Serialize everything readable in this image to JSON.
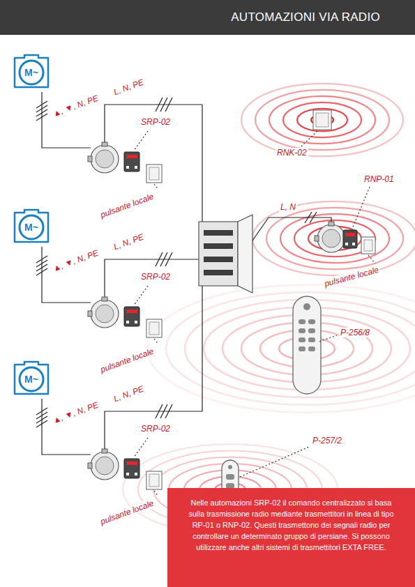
{
  "diagram": {
    "title": "AUTOMAZIONI VIA RADIO",
    "nodes": [
      {
        "text": [
          "M~"
        ]
      },
      {
        "text": [
          "M~"
        ]
      },
      {
        "text": [
          "M~"
        ]
      },
      {
        "text": [
          "Nelle automazioni SRP-02 il comando centralizzato si basa sulla trasmissione radio mediante trasmettitori in linea di tipo RP-01 o RNP-02. Questi trasmettono dei segnali radio per controllare un determinato gruppo di persiane. Si possono utilizzare anche altri sistemi di trasmettitori EXTA FREE."
        ]
      }
    ],
    "labels": [
      "▲, ▼, N, PE",
      "L, N, PE",
      "SRP-02",
      "pulsante locale",
      "RNK-02",
      "RNP-01",
      "L, N",
      "pulsante locale",
      "▲, ▼, N, PE",
      "L, N, PE",
      "SRP-02",
      "pulsante locale",
      "P-256/8",
      "▲, ▼, N, PE",
      "L, N, PE",
      "SRP-02",
      "pulsante locale",
      "P-257/2"
    ]
  }
}
